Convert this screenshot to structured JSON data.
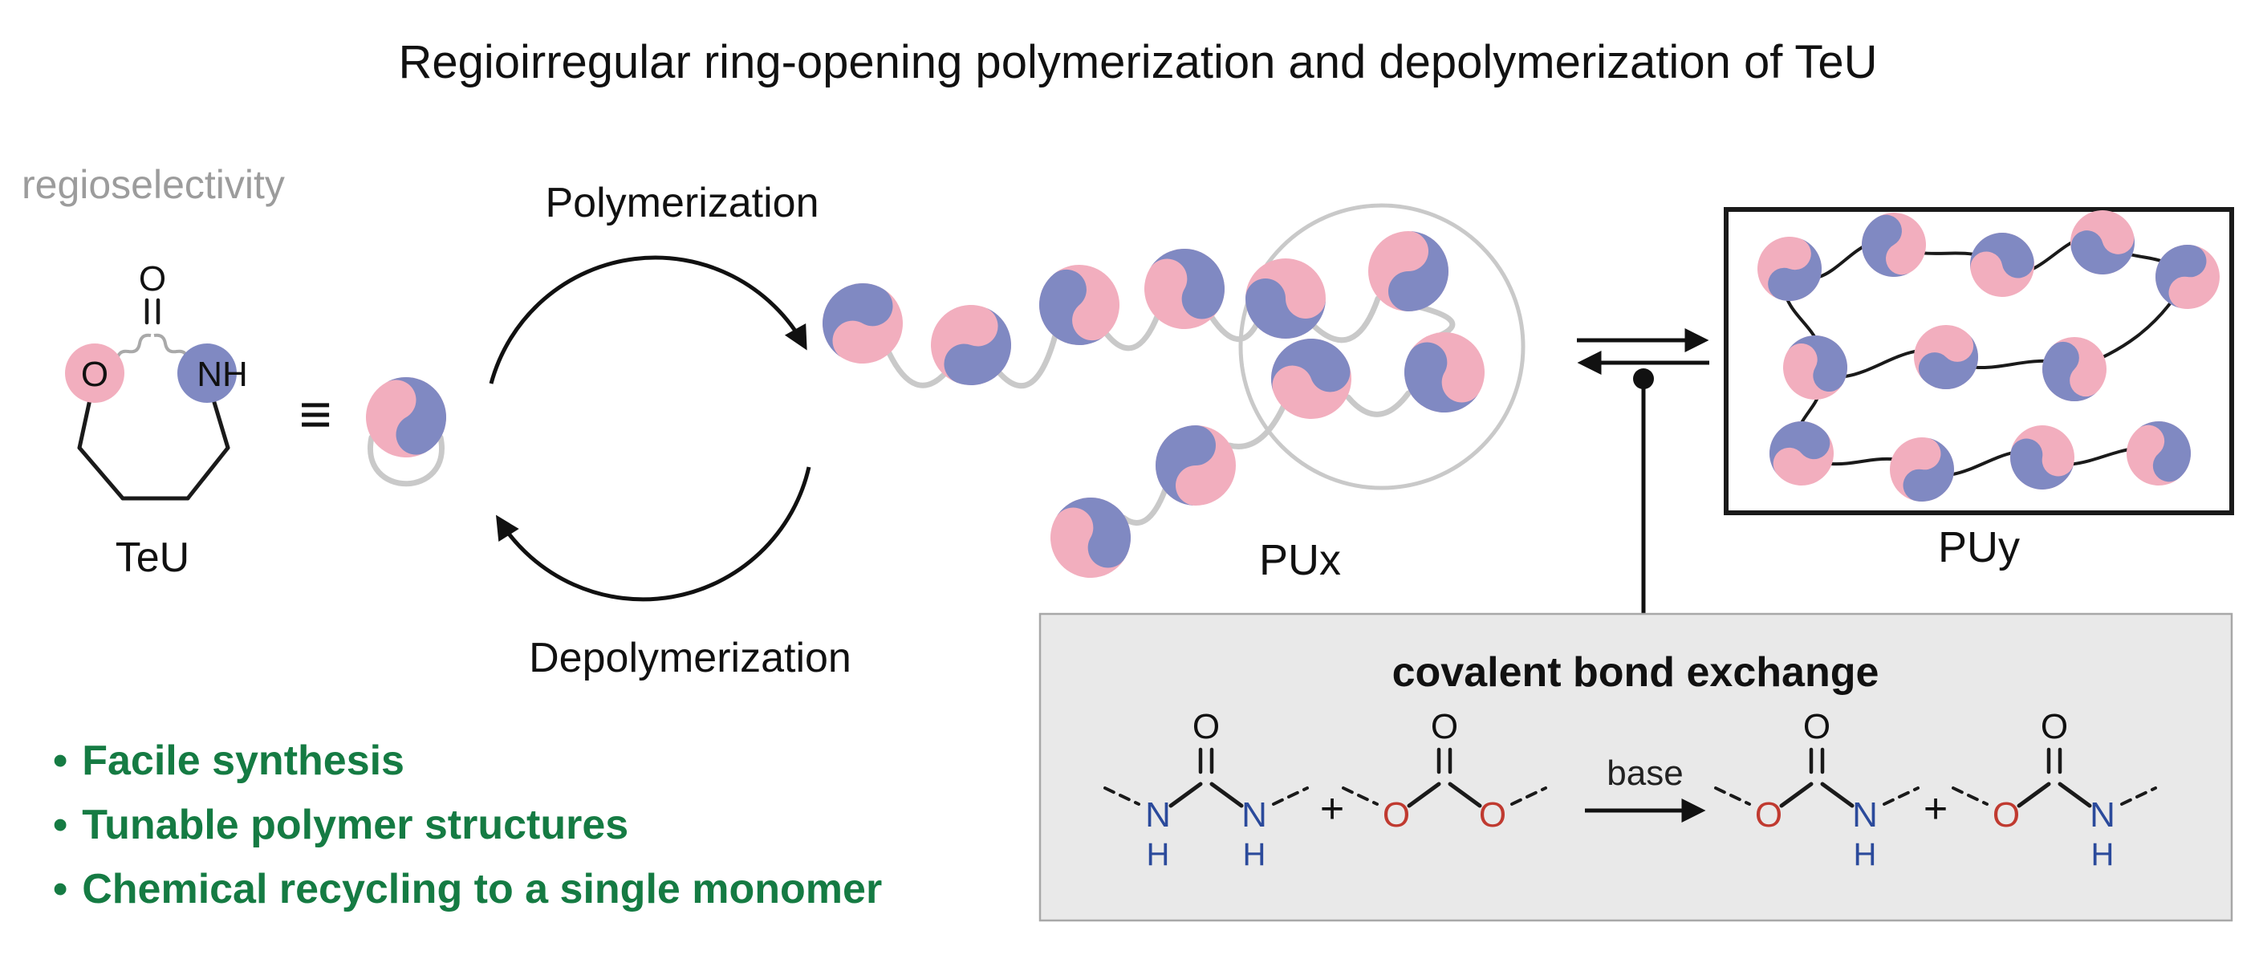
{
  "title": "Regioirregular ring-opening polymerization and depolymerization of TeU",
  "scheme": {
    "regioselectivity_label": "regioselectivity",
    "monomer_name": "TeU",
    "equivalence_symbol": "≡",
    "polymerization_label": "Polymerization",
    "depolymerization_label": "Depolymerization",
    "polymer_x_label": "PUx",
    "polymer_y_label": "PUy"
  },
  "atoms": {
    "O": "O",
    "NH": "NH",
    "N": "N",
    "H": "H"
  },
  "exchange": {
    "title": "covalent bond exchange",
    "arrow_label": "base",
    "plus": "+"
  },
  "highlights": [
    "Facile synthesis",
    "Tunable polymer structures",
    "Chemical recycling to a single monomer"
  ],
  "bullet": "•",
  "colors": {
    "pink": "#F2AEBE",
    "blue_purple": "#8089C2",
    "green": "#157B43",
    "gray_text": "#9C9C9C",
    "light_gray": "#C9C9C9",
    "nitrogen_blue": "#2B4A9B",
    "oxygen_red": "#C03A30",
    "exchange_bg": "#E9E9E9"
  }
}
